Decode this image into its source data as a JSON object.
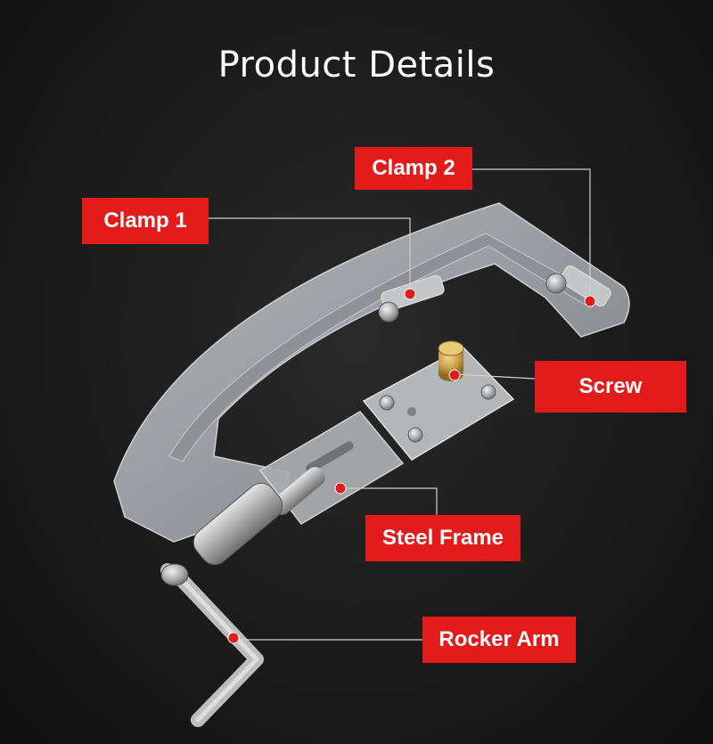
{
  "title": "Product Details",
  "labels": {
    "clamp1": "Clamp 1",
    "clamp2": "Clamp 2",
    "screw": "Screw",
    "steel_frame": "Steel Frame",
    "rocker_arm": "Rocker Arm"
  },
  "colors": {
    "background": "#1b1b1b",
    "label_bg": "#e31b1b",
    "label_text": "#ffffff",
    "marker": "#e31b1b",
    "leader_line": "#cfcfcf"
  }
}
